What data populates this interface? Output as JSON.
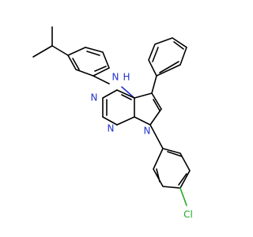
{
  "molecule": {
    "labels": {
      "nh": "N",
      "nh_h": "H",
      "n_top": "N",
      "n_bottom": "N",
      "n_ring": "N",
      "cl": "Cl"
    },
    "colors": {
      "bond": "#000000",
      "nitrogen": "#2233cc",
      "chlorine": "#22aa22",
      "background": "#ffffff"
    }
  }
}
